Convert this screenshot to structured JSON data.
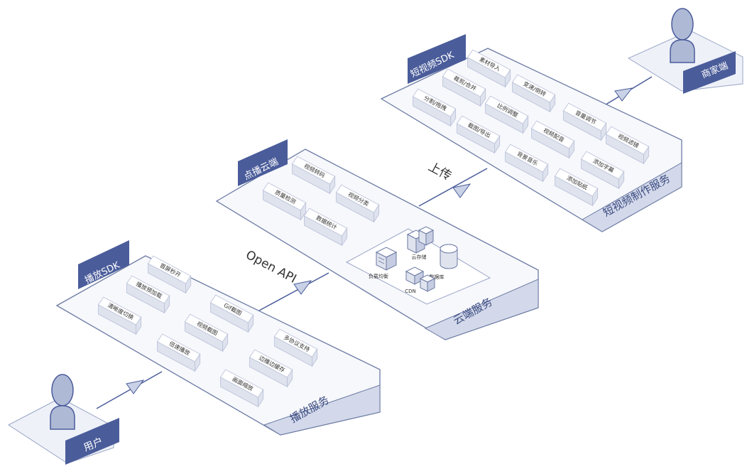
{
  "colors": {
    "accent": "#4a5c9a",
    "panel_stroke": "#6b7aa3",
    "panel_fill": "#f7f8fc",
    "footer_fill": "#d3d9ea",
    "box_front": "#ffffff",
    "box_side": "#dfe3ee",
    "connector": "#4a5c9a",
    "arrow_fill": "#c9d1e6",
    "person_fill": "#aeb9d6",
    "person_dark": "#4a5c9a"
  },
  "actors": {
    "merchant": {
      "label": "商家端",
      "icon": "person-icon"
    },
    "user": {
      "label": "用户",
      "icon": "person-icon"
    }
  },
  "short_video": {
    "tab_label": "短视频SDK",
    "footer_label": "短视频制作服务",
    "items": [
      "素材导入",
      "裁剪/合并",
      "变速/倒转",
      "分割/拖拽",
      "比例调整",
      "音量调节",
      "截图/导出",
      "视频滤镜",
      "视频配音",
      "背景音乐",
      "添加字幕",
      "添加贴纸"
    ]
  },
  "cloud": {
    "tab_label": "点播云端",
    "footer_label": "云端服务",
    "items": [
      "视频转码",
      "质量检测",
      "视频分类",
      "数据统计"
    ],
    "infra": [
      "云存储",
      "负载均衡",
      "数据库",
      "CDN"
    ]
  },
  "player": {
    "tab_label": "播放SDK",
    "footer_label": "播放服务",
    "items": [
      "首屏秒开",
      "播放预加载",
      "清晰度切换",
      "Gif截图",
      "视频截图",
      "倍速播放",
      "多协议支持",
      "边播边缓存",
      "画面缩放"
    ]
  },
  "connectors": {
    "upload": "上传",
    "open_api": "Open API"
  }
}
